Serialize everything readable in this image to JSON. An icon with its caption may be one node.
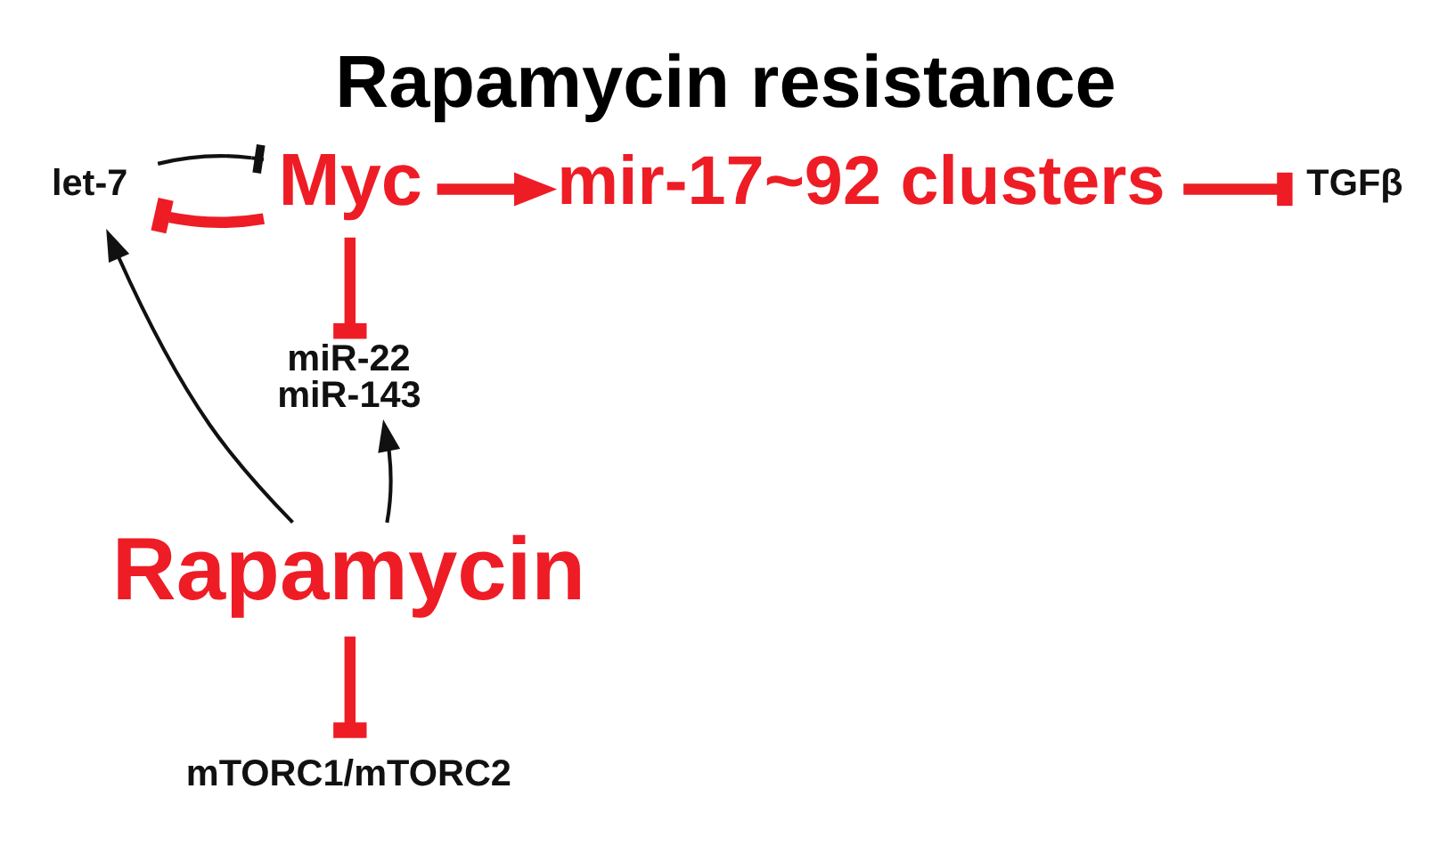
{
  "diagram": {
    "title": "Rapamycin resistance",
    "nodes": [
      {
        "text": [
          "let-7"
        ]
      },
      {
        "text": [
          "Myc"
        ]
      },
      {
        "text": [
          "mir-17~92 clusters"
        ]
      },
      {
        "text": [
          "TGFβ"
        ]
      },
      {
        "text": [
          "miR-22",
          "miR-143"
        ]
      },
      {
        "text": [
          "Rapamycin"
        ]
      },
      {
        "text": [
          "mTORC1/mTORC2"
        ]
      }
    ],
    "edges": [
      {
        "from": 1,
        "to": 0,
        "arrow": "other"
      },
      {
        "from": 0,
        "to": 1,
        "arrow": "other",
        "color": "#111111"
      },
      {
        "from": 1,
        "to": 2,
        "arrow": "to"
      },
      {
        "from": 2,
        "to": 3,
        "arrow": "other"
      },
      {
        "from": 1,
        "to": 4,
        "arrow": "other"
      },
      {
        "from": 5,
        "to": 0,
        "arrow": "to",
        "color": "#111111"
      },
      {
        "from": 5,
        "to": 4,
        "arrow": "to",
        "color": "#111111"
      },
      {
        "from": 5,
        "to": 6,
        "arrow": "other"
      }
    ]
  }
}
